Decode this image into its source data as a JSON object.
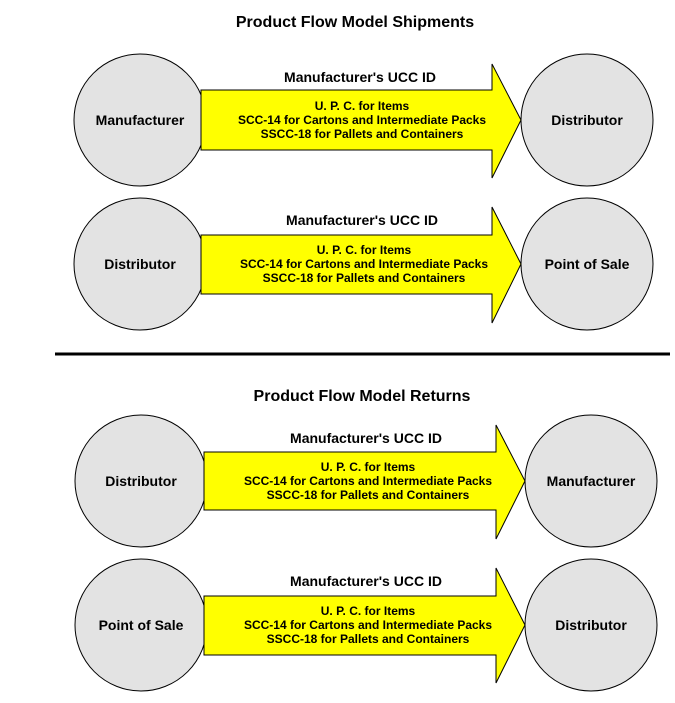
{
  "sections": [
    {
      "title": "Product Flow Model Shipments",
      "flows": [
        {
          "from": "Manufacturer",
          "to": "Distributor",
          "label": "Manufacturer's UCC ID",
          "lines": [
            "U. P. C. for Items",
            "SCC-14 for Cartons and Intermediate Packs",
            "SSCC-18 for Pallets and Containers"
          ]
        },
        {
          "from": "Distributor",
          "to": "Point of Sale",
          "label": "Manufacturer's UCC ID",
          "lines": [
            "U. P. C. for Items",
            "SCC-14 for Cartons and Intermediate Packs",
            "SSCC-18 for Pallets and Containers"
          ]
        }
      ]
    },
    {
      "title": "Product Flow Model Returns",
      "flows": [
        {
          "from": "Distributor",
          "to": "Manufacturer",
          "label": "Manufacturer's UCC ID",
          "lines": [
            "U. P. C. for Items",
            "SCC-14 for Cartons and Intermediate Packs",
            "SSCC-18 for Pallets and Containers"
          ]
        },
        {
          "from": "Point of Sale",
          "to": "Distributor",
          "label": "Manufacturer's UCC ID",
          "lines": [
            "U. P. C. for Items",
            "SCC-14 for Cartons and Intermediate Packs",
            "SSCC-18 for Pallets and Containers"
          ]
        }
      ]
    }
  ],
  "colors": {
    "node_fill": "#e3e3e3",
    "arrow_fill": "#ffff00",
    "stroke": "#000000"
  }
}
